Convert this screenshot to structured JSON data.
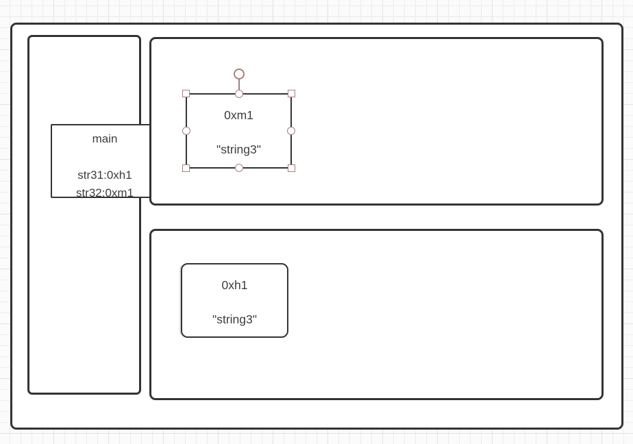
{
  "diagram": {
    "main_frame": {
      "title": "main",
      "fields": [
        "str31:0xh1",
        "str32:0xm1"
      ]
    },
    "selected_node": {
      "label": "0xm1",
      "value": "\"string3\""
    },
    "heap_node": {
      "label": "0xh1",
      "value": "\"string3\""
    }
  },
  "colors": {
    "stroke": "#333333",
    "text": "#3d3d3d",
    "selection_handle": "#a87e7e",
    "canvas_bg": "#fbfbfb",
    "grid_minor": "#ececec",
    "grid_major": "#e2e2e2",
    "shape_fill": "#ffffff"
  }
}
